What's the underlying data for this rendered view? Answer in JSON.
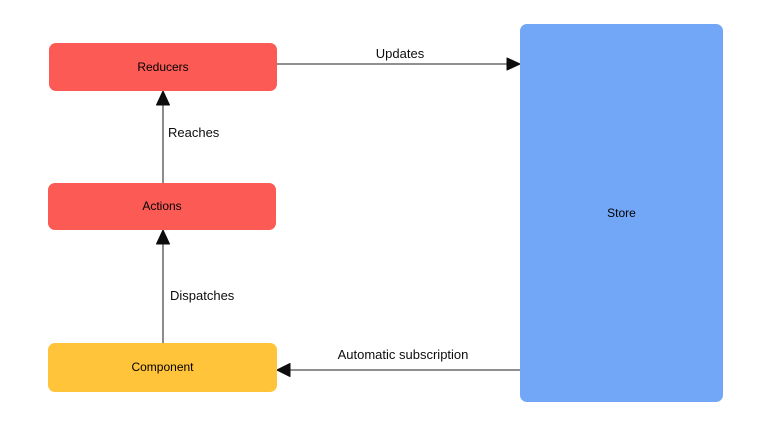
{
  "diagram": {
    "nodes": {
      "reducers": {
        "label": "Reducers",
        "color": "#FC5B55"
      },
      "actions": {
        "label": "Actions",
        "color": "#FC5B55"
      },
      "component": {
        "label": "Component",
        "color": "#FFC43A"
      },
      "store": {
        "label": "Store",
        "color": "#72A7F7"
      }
    },
    "edges": {
      "updates": {
        "label": "Updates",
        "from": "Reducers",
        "to": "Store"
      },
      "reaches": {
        "label": "Reaches",
        "from": "Actions",
        "to": "Reducers"
      },
      "dispatches": {
        "label": "Dispatches",
        "from": "Component",
        "to": "Actions"
      },
      "subscription": {
        "label": "Automatic subscription",
        "from": "Store",
        "to": "Component"
      }
    },
    "colors": {
      "node_red": "#FC5B55",
      "node_yellow": "#FFC43A",
      "node_blue": "#72A7F7",
      "edge_line": "#4d4d4d",
      "arrowhead": "#0d0d0d",
      "text": "#000000",
      "background": "#FFFFFF"
    }
  }
}
